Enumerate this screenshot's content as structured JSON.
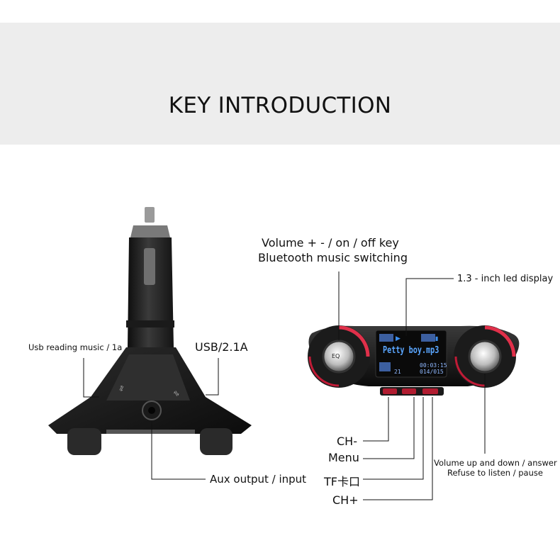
{
  "header": {
    "title": "KEY INTRODUCTION"
  },
  "charger": {
    "usb_label": "USB/2.1A",
    "usb_music_label": "Usb reading music / 1a",
    "aux_label": "Aux output / input"
  },
  "transmitter": {
    "volume_key_label": "Volume + - / on / off key",
    "bt_switch_label": "Bluetooth music switching",
    "display_label": "1.3 - inch led display",
    "screen_track": "Petty boy.mp3",
    "screen_time": "00:03:15",
    "screen_index": "014/015",
    "screen_channel": "21",
    "eq_label": "EQ",
    "chminus_label": "CH-",
    "menu_label": "Menu",
    "tf_label": "TF卡口",
    "chplus_label": "CH+",
    "answer_label_1": "Volume up and down / answer",
    "answer_label_2": "Refuse to listen / pause"
  }
}
